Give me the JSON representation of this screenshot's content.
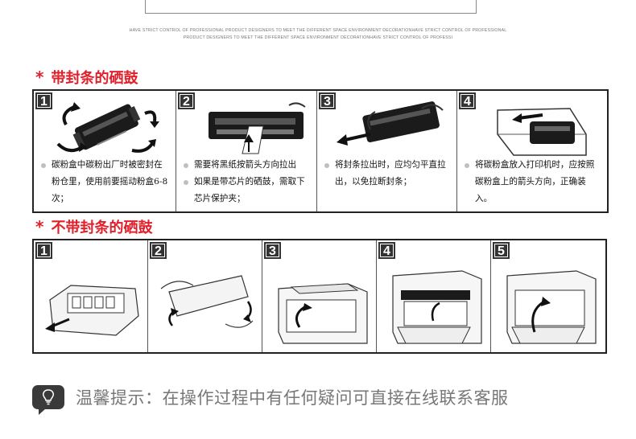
{
  "header": {
    "tagline_line1": "HAVE STRICT CONTROL OF PROFESSIONAL PRODUCT DESIGNERS TO MEET THE DIFFERENT SPACE ENVIRONMENT DECORATIONHAVE STRICT CONTROL OF PROFESSIONAL",
    "tagline_line2": "PRODUCT DESIGNERS TO MEET THE DIFFERENT SPACE ENVIRONMENT DECORATIONHAVE STRICT CONTROL OF PROFESSI"
  },
  "section_sealed": {
    "marker": "*",
    "title": "带封条的硒鼓",
    "steps": [
      {
        "num": "1",
        "lines": [
          "碳粉盒中碳粉出厂时被密封在粉仓里，使用前要摇动粉盒6-8次；"
        ]
      },
      {
        "num": "2",
        "lines": [
          "需要将黑纸按箭头方向拉出",
          "如果是带芯片的硒鼓，需取下芯片保护夹；"
        ]
      },
      {
        "num": "3",
        "lines": [
          "将封条拉出时，应均匀平直拉出，以免拉断封条；"
        ]
      },
      {
        "num": "4",
        "lines": [
          "将碳粉盒放入打印机时，应按照碳粉盒上的箭头方向，正确装入。"
        ]
      }
    ]
  },
  "section_unsealed": {
    "marker": "*",
    "title": "不带封条的硒鼓",
    "steps": [
      {
        "num": "1"
      },
      {
        "num": "2"
      },
      {
        "num": "3"
      },
      {
        "num": "4"
      },
      {
        "num": "5"
      }
    ]
  },
  "tip": {
    "icon": "lightbulb-icon",
    "text": "温馨提示：在操作过程中有任何疑问可直接在线联系客服"
  }
}
